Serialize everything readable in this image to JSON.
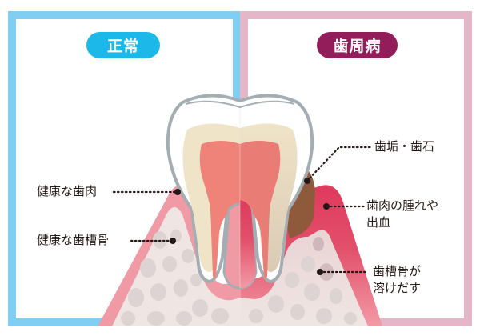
{
  "panels": {
    "left": {
      "badge": "正常",
      "badge_color": "#1db8ea",
      "frame_color": "#80cff3"
    },
    "right": {
      "badge": "歯周病",
      "badge_color": "#921d5a",
      "frame_color": "#e5b6c7"
    }
  },
  "labels": {
    "healthy_gum": "健康な歯肉",
    "healthy_bone": "健康な歯槽骨",
    "plaque_tartar": "歯垢・歯石",
    "gum_swelling_line1": "歯肉の腫れや",
    "gum_swelling_line2": "出血",
    "bone_melting_line1": "歯槽骨が",
    "bone_melting_line2": "溶けだす"
  },
  "colors": {
    "gum_healthy": "#f09aa5",
    "gum_inflamed": "#e0425f",
    "bone": "#efe6e3",
    "bone_cells": "#ddd3d2",
    "enamel": "#ffffff",
    "dentin": "#efe3c8",
    "pulp": "#ef8379",
    "tooth_outline": "#a3adb2",
    "tartar": "#8f5a3b"
  }
}
